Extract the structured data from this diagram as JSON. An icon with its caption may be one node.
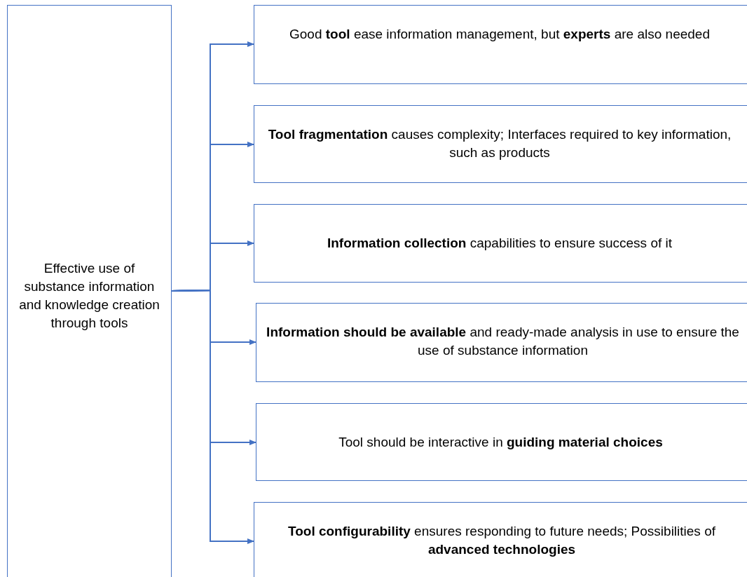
{
  "diagram": {
    "nodes": [
      {
        "text": [
          "Effective use of substance information and knowledge creation through tools"
        ]
      },
      {
        "text": [
          "Good **tool** ease information management, but **experts** are also needed"
        ]
      },
      {
        "text": [
          "**Tool fragmentation** causes complexity; Interfaces required to key information, such as products"
        ]
      },
      {
        "text": [
          "**Information collection** capabilities to ensure success of it"
        ]
      },
      {
        "text": [
          "**Information should be available** and ready-made analysis in use to ensure the use of substance information"
        ]
      },
      {
        "text": [
          "Tool should be interactive in **guiding material choices**"
        ]
      },
      {
        "text": [
          "**Tool configurability** ensures responding to future needs; Possibilities of **advanced technologies**"
        ]
      }
    ],
    "edges": [
      {
        "from": 0,
        "to": 1,
        "arrow": "to"
      },
      {
        "from": 0,
        "to": 2,
        "arrow": "to"
      },
      {
        "from": 0,
        "to": 3,
        "arrow": "to"
      },
      {
        "from": 0,
        "to": 4,
        "arrow": "to"
      },
      {
        "from": 0,
        "to": 5,
        "arrow": "to"
      },
      {
        "from": 0,
        "to": 6,
        "arrow": "to"
      }
    ]
  }
}
